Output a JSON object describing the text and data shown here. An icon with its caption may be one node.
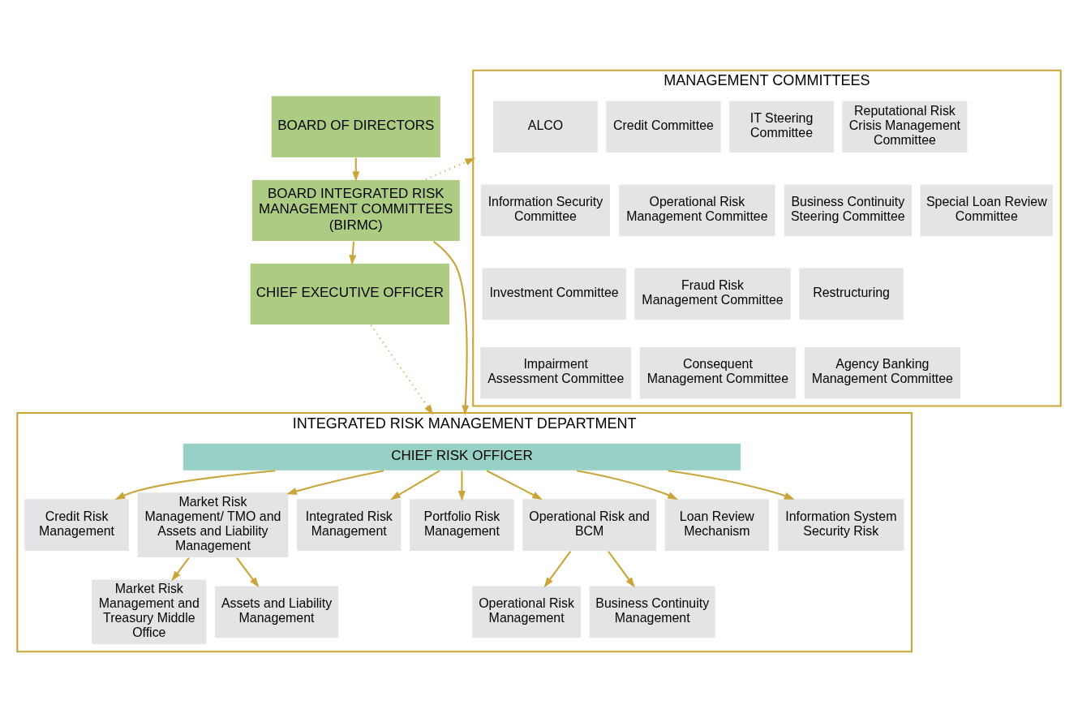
{
  "diagram": {
    "nodes": [
      {
        "text": [
          "BOARD OF DIRECTORS"
        ]
      },
      {
        "text": [
          "BOARD INTEGRATED RISK MANAGEMENT COMMITTEES (BIRMC)"
        ]
      },
      {
        "text": [
          "CHIEF EXECUTIVE OFFICER"
        ]
      },
      {
        "text": [
          "MANAGEMENT COMMITTEES"
        ]
      },
      {
        "text": [
          "ALCO"
        ],
        "in": 3
      },
      {
        "text": [
          "Credit Committee"
        ],
        "in": 3
      },
      {
        "text": [
          "IT Steering Committee"
        ],
        "in": 3
      },
      {
        "text": [
          "Reputational Risk Crisis Management Committee"
        ],
        "in": 3
      },
      {
        "text": [
          "Information Security Committee"
        ],
        "in": 3
      },
      {
        "text": [
          "Operational Risk Management Committee"
        ],
        "in": 3
      },
      {
        "text": [
          "Business Continuity Steering Committee"
        ],
        "in": 3
      },
      {
        "text": [
          "Special Loan Review Committee"
        ],
        "in": 3
      },
      {
        "text": [
          "Investment Committee"
        ],
        "in": 3
      },
      {
        "text": [
          "Fraud Risk Management Committee"
        ],
        "in": 3
      },
      {
        "text": [
          "Restructuring"
        ],
        "in": 3
      },
      {
        "text": [
          "Impairment Assessment Committee"
        ],
        "in": 3
      },
      {
        "text": [
          "Consequent Management Committee"
        ],
        "in": 3
      },
      {
        "text": [
          "Agency Banking Management Committee"
        ],
        "in": 3
      },
      {
        "text": [
          "INTEGRATED RISK MANAGEMENT DEPARTMENT"
        ]
      },
      {
        "text": [
          "CHIEF RISK OFFICER"
        ],
        "in": 18
      },
      {
        "text": [
          "Credit Risk Management"
        ],
        "in": 18
      },
      {
        "text": [
          "Market Risk Management/ TMO and Assets and Liability Management"
        ],
        "in": 18
      },
      {
        "text": [
          "Integrated Risk Management"
        ],
        "in": 18
      },
      {
        "text": [
          "Portfolio Risk Management"
        ],
        "in": 18
      },
      {
        "text": [
          "Operational Risk and BCM"
        ],
        "in": 18
      },
      {
        "text": [
          "Loan Review Mechanism"
        ],
        "in": 18
      },
      {
        "text": [
          "Information System Security Risk"
        ],
        "in": 18
      },
      {
        "text": [
          "Market Risk Management and Treasury Middle Office"
        ],
        "in": 18
      },
      {
        "text": [
          "Assets and Liability Management"
        ],
        "in": 18
      },
      {
        "text": [
          "Operational Risk Management"
        ],
        "in": 18
      },
      {
        "text": [
          "Business Continuity Management"
        ],
        "in": 18
      }
    ],
    "edges": [
      {
        "from": 0,
        "to": 1,
        "arrow": "to"
      },
      {
        "from": 1,
        "to": 2,
        "arrow": "to"
      },
      {
        "from": 1,
        "to": 3,
        "arrow": "to",
        "style": "dashed"
      },
      {
        "from": 2,
        "to": 18,
        "arrow": "to",
        "style": "dashed"
      },
      {
        "from": 1,
        "to": 18,
        "arrow": "to"
      },
      {
        "from": 19,
        "to": 20,
        "arrow": "to"
      },
      {
        "from": 19,
        "to": 21,
        "arrow": "to"
      },
      {
        "from": 19,
        "to": 22,
        "arrow": "to"
      },
      {
        "from": 19,
        "to": 23,
        "arrow": "to"
      },
      {
        "from": 19,
        "to": 24,
        "arrow": "to"
      },
      {
        "from": 19,
        "to": 25,
        "arrow": "to"
      },
      {
        "from": 19,
        "to": 26,
        "arrow": "to"
      },
      {
        "from": 21,
        "to": 27,
        "arrow": "to"
      },
      {
        "from": 21,
        "to": 28,
        "arrow": "to"
      },
      {
        "from": 24,
        "to": 29,
        "arrow": "to"
      },
      {
        "from": 24,
        "to": 30,
        "arrow": "to"
      }
    ]
  }
}
